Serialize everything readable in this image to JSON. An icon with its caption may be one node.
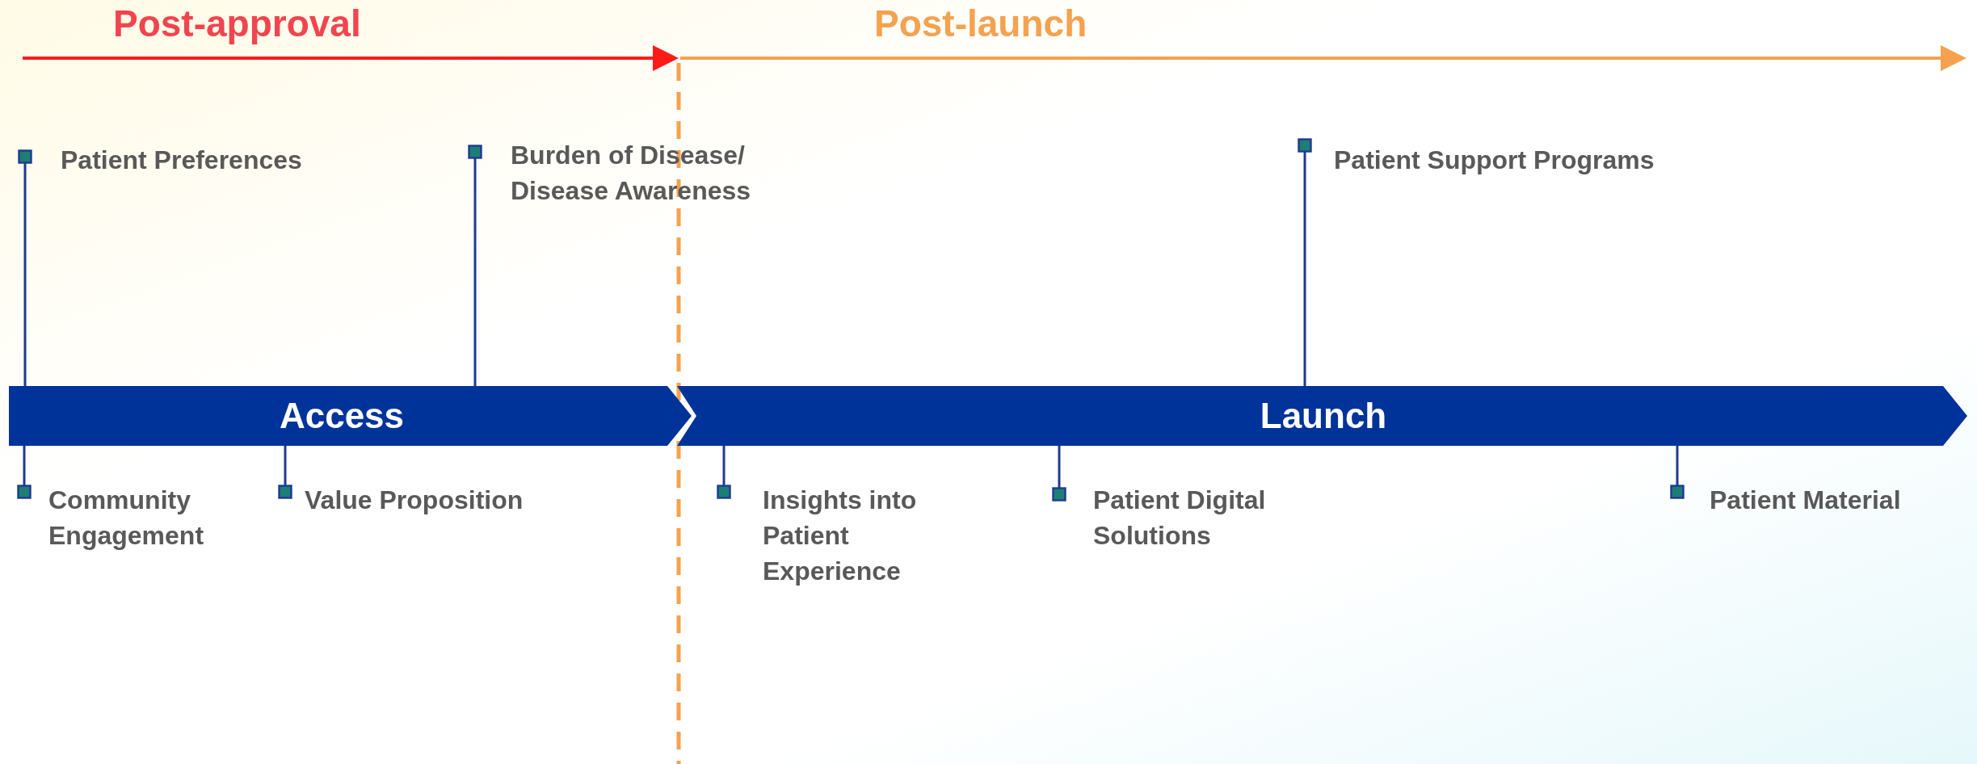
{
  "diagram": {
    "nodes": [
      {
        "text": [
          "Access"
        ]
      },
      {
        "text": [
          "Launch"
        ]
      },
      {
        "text": [
          "Patient Preferences"
        ]
      },
      {
        "text": [
          "Burden of Disease/ Disease Awareness"
        ]
      },
      {
        "text": [
          "Patient Support Programs"
        ]
      },
      {
        "text": [
          "Community Engagement"
        ]
      },
      {
        "text": [
          "Value Proposition"
        ]
      },
      {
        "text": [
          "Insights into Patient Experience"
        ]
      },
      {
        "text": [
          "Patient Digital Solutions"
        ]
      },
      {
        "text": [
          "Patient Material"
        ]
      }
    ],
    "edges": [
      {
        "from": 2,
        "to": 0,
        "arrow": "other"
      },
      {
        "from": 3,
        "to": 0,
        "arrow": "other"
      },
      {
        "from": 4,
        "to": 1,
        "arrow": "other"
      },
      {
        "from": 5,
        "to": 0,
        "arrow": "other"
      },
      {
        "from": 6,
        "to": 0,
        "arrow": "other"
      },
      {
        "from": 7,
        "to": 1,
        "arrow": "other"
      },
      {
        "from": 8,
        "to": 1,
        "arrow": "other"
      },
      {
        "from": 9,
        "to": 1,
        "arrow": "other"
      }
    ],
    "labels": [
      "Post-approval",
      "Post-launch"
    ]
  }
}
